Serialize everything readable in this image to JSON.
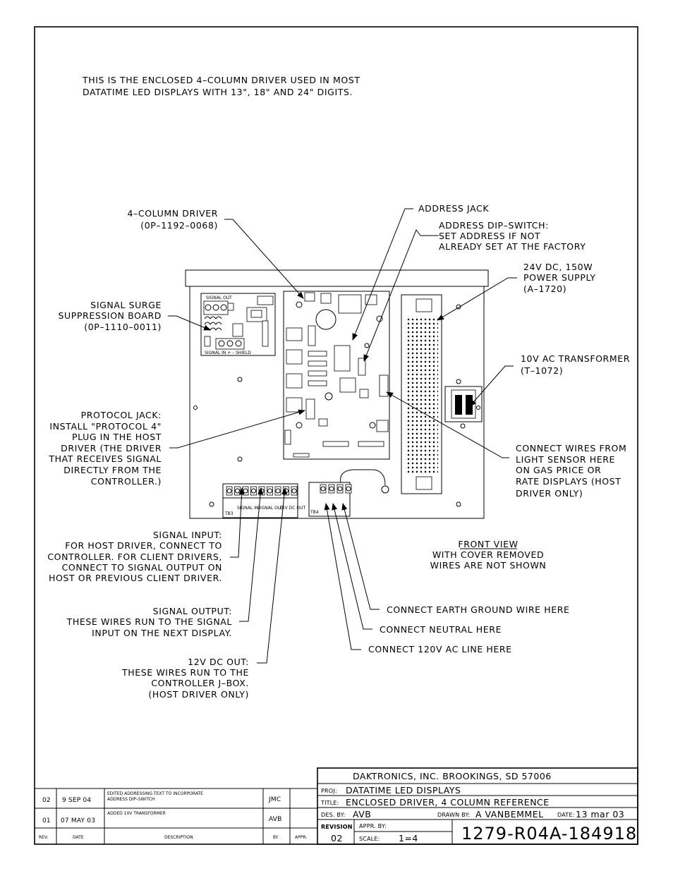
{
  "intro": {
    "line1": "THIS IS THE ENCLOSED 4–COLUMN DRIVER USED IN MOST",
    "line2": "DATATIME LED DISPLAYS WITH 13\", 18\" AND 24\" DIGITS."
  },
  "callouts": {
    "driver": [
      "4–COLUMN DRIVER",
      "(0P–1192–0068)"
    ],
    "address_jack": [
      "ADDRESS JACK"
    ],
    "dip_switch": [
      "ADDRESS DIP–SWITCH:",
      "SET ADDRESS IF NOT",
      "ALREADY SET AT THE FACTORY"
    ],
    "power_supply": [
      "24V DC, 150W",
      "POWER SUPPLY",
      "(A–1720)"
    ],
    "surge_board": [
      "SIGNAL SURGE",
      "SUPPRESSION BOARD",
      "(0P–1110–0011)"
    ],
    "transformer": [
      "10V AC TRANSFORMER",
      "(T–1072)"
    ],
    "protocol_jack": [
      "PROTOCOL JACK:",
      "INSTALL \"PROTOCOL 4\"",
      "PLUG IN THE HOST",
      "DRIVER (THE DRIVER",
      "THAT RECEIVES SIGNAL",
      "DIRECTLY FROM THE",
      "CONTROLLER.)"
    ],
    "light_sensor": [
      "CONNECT WIRES FROM",
      "LIGHT SENSOR HERE",
      "ON GAS PRICE OR",
      "RATE DISPLAYS (HOST",
      "DRIVER ONLY)"
    ],
    "signal_input": [
      "SIGNAL INPUT:",
      "FOR HOST DRIVER, CONNECT TO",
      "CONTROLLER.  FOR CLIENT DRIVERS,",
      "CONNECT TO SIGNAL OUTPUT ON",
      "HOST OR PREVIOUS CLIENT DRIVER."
    ],
    "signal_output": [
      "SIGNAL OUTPUT:",
      "THESE WIRES RUN TO THE SIGNAL",
      "INPUT ON THE NEXT DISPLAY."
    ],
    "dc_out": [
      "12V DC OUT:",
      "THESE WIRES RUN TO THE",
      "CONTROLLER J–BOX.",
      "(HOST DRIVER ONLY)"
    ],
    "earth": "CONNECT EARTH GROUND WIRE HERE",
    "neutral": "CONNECT NEUTRAL HERE",
    "line": "CONNECT 120V AC LINE HERE"
  },
  "front_view": {
    "title": "FRONT VIEW",
    "line1": "WITH COVER REMOVED",
    "line2": "WIRES ARE NOT SHOWN"
  },
  "board_labels": {
    "surge_top": "SIGNAL OUT",
    "surge_bottom": "SIGNAL IN + –  SHIELD",
    "tb3": "TB3",
    "tb4": "TB4",
    "sig_in": "SIGNAL IN",
    "sig_out": "SIGNAL OUT",
    "dc_out": "12V DC OUT"
  },
  "title_block": {
    "company": "DAKTRONICS, INC.   BROOKINGS, SD 57006",
    "proj_label": "PROJ:",
    "proj": "DATATIME LED DISPLAYS",
    "title_label": "TITLE:",
    "title": "ENCLOSED DRIVER, 4 COLUMN REFERENCE",
    "des_label": "DES. BY:",
    "des": "AVB",
    "drawn_label": "DRAWN BY:",
    "drawn": "A VANBEMMEL",
    "date_label": "DATE:",
    "date": "13 mar 03",
    "revision_label": "REVISION",
    "revision": "02",
    "appr_label": "APPR. BY:",
    "scale_label": "SCALE:",
    "scale": "1=4",
    "drawing_number": "1279-R04A-184918"
  },
  "revisions": {
    "headers": {
      "rev": "REV.",
      "date": "DATE",
      "description": "DESCRIPTION",
      "by": "BY",
      "appr": "APPR."
    },
    "rows": [
      {
        "rev": "02",
        "date": "9 SEP 04",
        "desc1": "EDITED ADDRESSING TEXT TO INCORPORATE",
        "desc2": "ADDRESS DIP–SWITCH",
        "by": "JMC"
      },
      {
        "rev": "01",
        "date": "07 MAY 03",
        "desc1": "ADDED 10V TRANSFORMER",
        "desc2": "",
        "by": "AVB"
      }
    ]
  }
}
